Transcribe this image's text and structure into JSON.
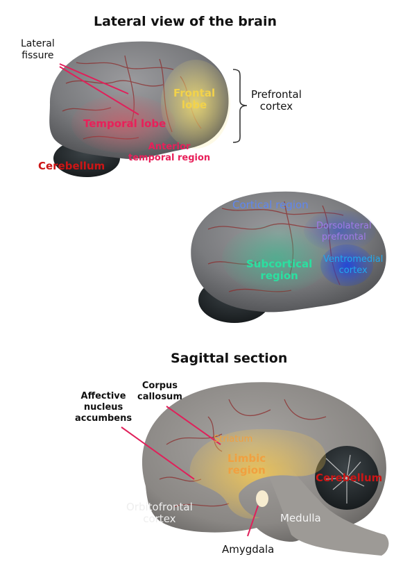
{
  "titles": {
    "lateral": "Lateral view of the brain",
    "sagittal": "Sagittal section"
  },
  "labels": {
    "lateral_fissure": [
      "Lateral",
      "fissure"
    ],
    "frontal_lobe": [
      "Frontal",
      "lobe"
    ],
    "prefrontal_cortex": [
      "Prefrontal",
      "cortex"
    ],
    "temporal_lobe": "Temporal lobe",
    "anterior_temporal_region": [
      "Anterior",
      "temporal region"
    ],
    "cerebellum_lateral": "Cerebellum",
    "cortical_region": "Cortical region",
    "dorsolateral_prefrontal": [
      "Dorsolateral",
      "prefrontal"
    ],
    "subcortical_region": [
      "Subcortical",
      "region"
    ],
    "ventromedial_cortex": [
      "Ventromedial",
      "cortex"
    ],
    "affective_nucleus_accumbens": [
      "Affective",
      "nucleus",
      "accumbens"
    ],
    "corpus_callosum": [
      "Corpus",
      "callosum"
    ],
    "striatum": "Striatum",
    "limbic_region": [
      "Limbic",
      "region"
    ],
    "cerebellum_sagittal": "Cerebellum",
    "orbitofrontal_cortex": [
      "Orbitofrontal",
      "cortex"
    ],
    "medulla": "Medulla",
    "amygdala": "Amygdala"
  },
  "colors": {
    "frontal": "#f2d24a",
    "temporal": "#e8205a",
    "cerebellum_label": "#cc1616",
    "cortical": "#5f86f0",
    "dorsolateral": "#a07ae8",
    "subcortical": "#2be0a0",
    "ventromedial": "#22a9ee",
    "limbic": "#f0a040",
    "brain": "#7b7c7f"
  }
}
